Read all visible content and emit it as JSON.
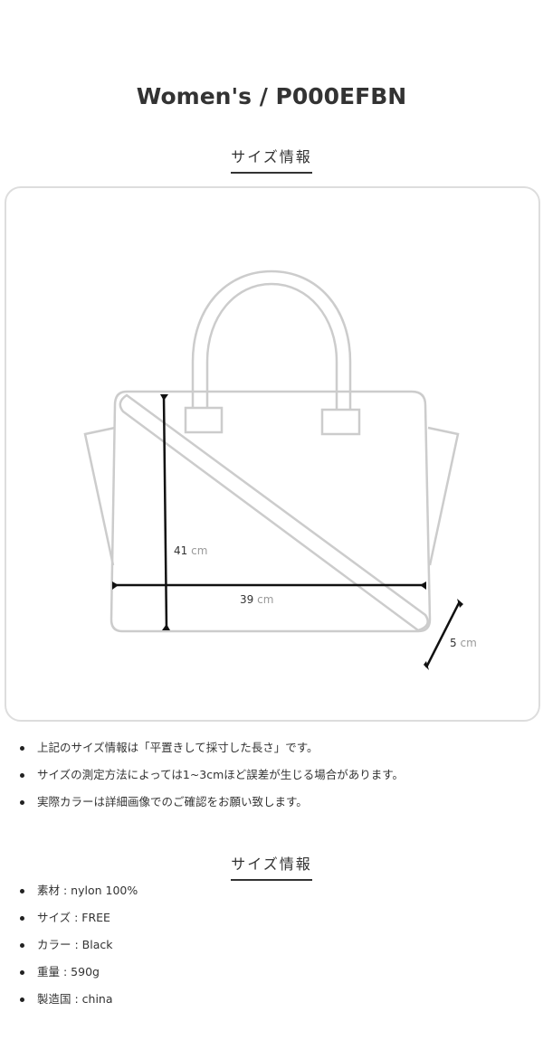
{
  "title": "Women's / P000EFBN",
  "size_section_title": "サイズ情報",
  "measurements": {
    "height": "41",
    "width": "39",
    "depth": "5",
    "unit": "cm"
  },
  "notes": [
    "上記のサイズ情報は「平置きして採寸した長さ」です。",
    "サイズの測定方法によっては1~3cmほど誤差が生じる場合があります。",
    "実際カラーは詳細画像でのご確認をお願い致します。"
  ],
  "spec_section_title": "サイズ情報",
  "specs": [
    "素材 : nylon 100%",
    "サイズ : FREE",
    "カラー : Black",
    "重量 : 590g",
    "製造国 : china"
  ]
}
